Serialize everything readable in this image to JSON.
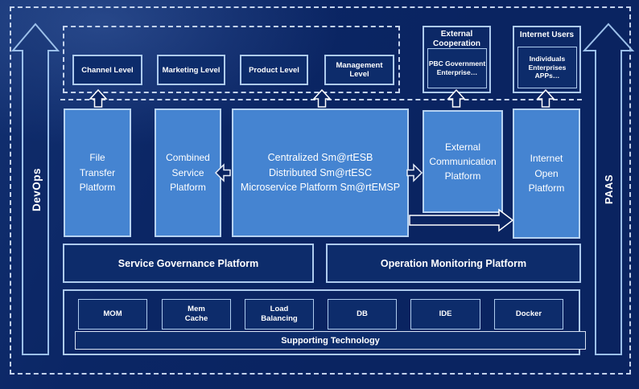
{
  "colors": {
    "background": "#0a2461",
    "dark_box_fill": "#0d2c6b",
    "light_box_fill": "#4584d1",
    "box_border_light": "#b7d3f2",
    "dashed_border": "#c3d2ec",
    "text": "#ffffff"
  },
  "side_rails": {
    "left_label": "DevOps",
    "right_label": "PAAS"
  },
  "levels": {
    "items": [
      "Channel Level",
      "Marketing Level",
      "Product Level",
      "Management Level"
    ]
  },
  "external_cooperation": {
    "title": "External\nCooperation",
    "inner": "PBC Government\nEnterprise…"
  },
  "internet_users": {
    "title": "Internet Users",
    "inner": "Individuals\nEnterprises\nAPPs…"
  },
  "platforms": {
    "file_transfer": "File\nTransfer\nPlatform",
    "combined": "Combined\nService\nPlatform",
    "central": "Centralized Sm@rtESB\nDistributed Sm@rtESC\nMicroservice Platform Sm@rtEMSP",
    "external_comm": "External\nCommunication\nPlatform",
    "internet_open": "Internet\nOpen\nPlatform"
  },
  "middleware": {
    "governance": "Service Governance Platform",
    "monitoring": "Operation Monitoring Platform"
  },
  "tech": {
    "items": [
      "MOM",
      "Mem\nCache",
      "Load\nBalancing",
      "DB",
      "IDE",
      "Docker"
    ],
    "supporting": "Supporting Technology"
  }
}
